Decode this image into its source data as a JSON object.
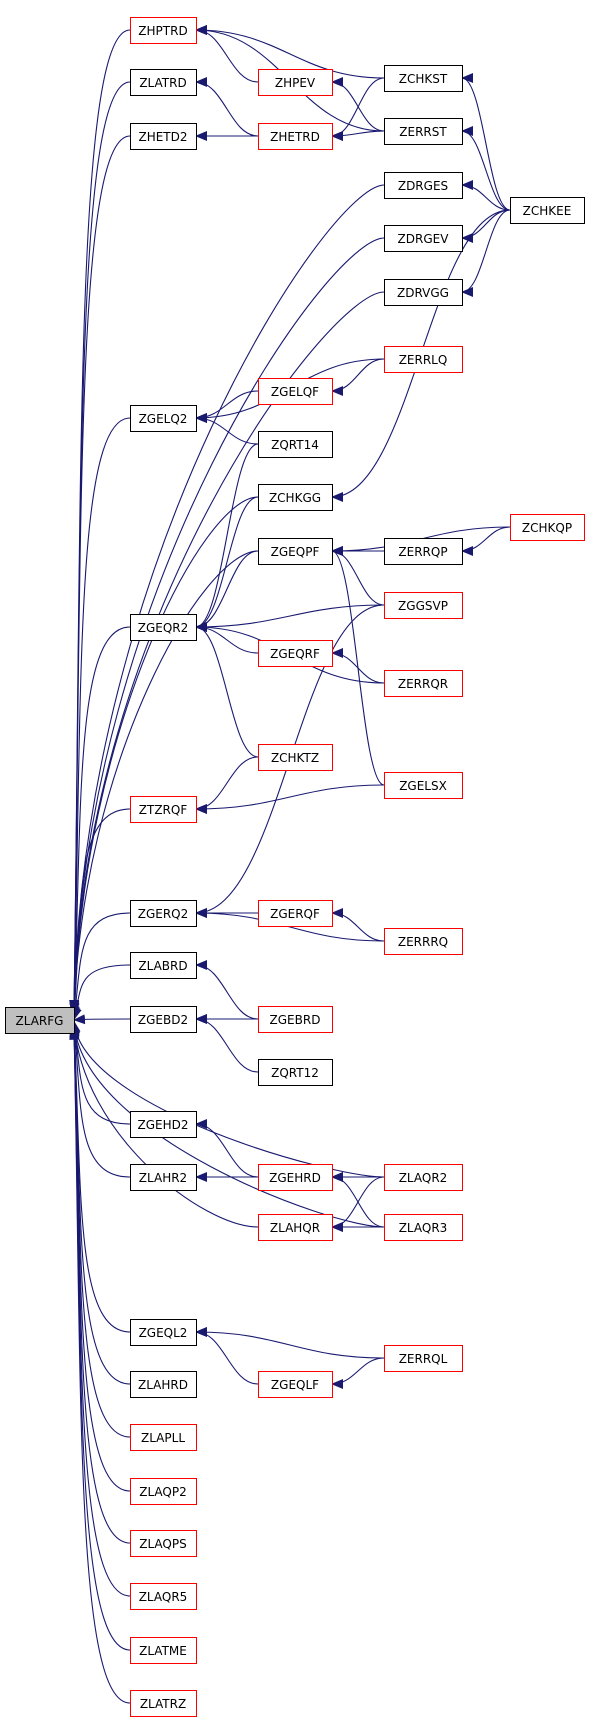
{
  "colors": {
    "edge": "#191970",
    "root_fill": "#bfbfbf",
    "root_border": "#000000",
    "normal_border": "#000000",
    "highlight_border": "#ff0000",
    "node_fill": "#ffffff"
  },
  "graph": {
    "root": "ZLARFG",
    "nodes": [
      {
        "id": "ZLARFG",
        "label": "ZLARFG",
        "style": "root"
      },
      {
        "id": "ZHPTRD",
        "label": "ZHPTRD",
        "style": "red"
      },
      {
        "id": "ZLATRD",
        "label": "ZLATRD",
        "style": "black"
      },
      {
        "id": "ZHETD2",
        "label": "ZHETD2",
        "style": "black"
      },
      {
        "id": "ZHPEV",
        "label": "ZHPEV",
        "style": "red"
      },
      {
        "id": "ZHETRD",
        "label": "ZHETRD",
        "style": "red"
      },
      {
        "id": "ZCHKST",
        "label": "ZCHKST",
        "style": "black"
      },
      {
        "id": "ZERRST",
        "label": "ZERRST",
        "style": "black"
      },
      {
        "id": "ZDRGES",
        "label": "ZDRGES",
        "style": "black"
      },
      {
        "id": "ZCHKEE",
        "label": "ZCHKEE",
        "style": "black"
      },
      {
        "id": "ZDRGEV",
        "label": "ZDRGEV",
        "style": "black"
      },
      {
        "id": "ZDRVGG",
        "label": "ZDRVGG",
        "style": "black"
      },
      {
        "id": "ZERRLQ",
        "label": "ZERRLQ",
        "style": "red"
      },
      {
        "id": "ZGELQF",
        "label": "ZGELQF",
        "style": "red"
      },
      {
        "id": "ZGELQ2",
        "label": "ZGELQ2",
        "style": "black"
      },
      {
        "id": "ZQRT14",
        "label": "ZQRT14",
        "style": "black"
      },
      {
        "id": "ZCHKGG",
        "label": "ZCHKGG",
        "style": "black"
      },
      {
        "id": "ZGEQPF",
        "label": "ZGEQPF",
        "style": "black"
      },
      {
        "id": "ZERRQP",
        "label": "ZERRQP",
        "style": "black"
      },
      {
        "id": "ZCHKQP",
        "label": "ZCHKQP",
        "style": "red"
      },
      {
        "id": "ZGGSVP",
        "label": "ZGGSVP",
        "style": "red"
      },
      {
        "id": "ZGEQR2",
        "label": "ZGEQR2",
        "style": "black"
      },
      {
        "id": "ZGEQRF",
        "label": "ZGEQRF",
        "style": "red"
      },
      {
        "id": "ZERRQR",
        "label": "ZERRQR",
        "style": "red"
      },
      {
        "id": "ZCHKTZ",
        "label": "ZCHKTZ",
        "style": "red"
      },
      {
        "id": "ZTZRQF",
        "label": "ZTZRQF",
        "style": "red"
      },
      {
        "id": "ZGELSX",
        "label": "ZGELSX",
        "style": "red"
      },
      {
        "id": "ZGERQ2",
        "label": "ZGERQ2",
        "style": "black"
      },
      {
        "id": "ZGERQF",
        "label": "ZGERQF",
        "style": "red"
      },
      {
        "id": "ZERRRQ",
        "label": "ZERRRQ",
        "style": "red"
      },
      {
        "id": "ZLABRD",
        "label": "ZLABRD",
        "style": "black"
      },
      {
        "id": "ZGEBD2",
        "label": "ZGEBD2",
        "style": "black"
      },
      {
        "id": "ZGEBRD",
        "label": "ZGEBRD",
        "style": "red"
      },
      {
        "id": "ZQRT12",
        "label": "ZQRT12",
        "style": "black"
      },
      {
        "id": "ZGEHD2",
        "label": "ZGEHD2",
        "style": "black"
      },
      {
        "id": "ZLAHR2",
        "label": "ZLAHR2",
        "style": "black"
      },
      {
        "id": "ZGEHRD",
        "label": "ZGEHRD",
        "style": "red"
      },
      {
        "id": "ZLAQR2",
        "label": "ZLAQR2",
        "style": "red"
      },
      {
        "id": "ZLAHQR",
        "label": "ZLAHQR",
        "style": "red"
      },
      {
        "id": "ZLAQR3",
        "label": "ZLAQR3",
        "style": "red"
      },
      {
        "id": "ZGEQL2",
        "label": "ZGEQL2",
        "style": "black"
      },
      {
        "id": "ZERRQL",
        "label": "ZERRQL",
        "style": "red"
      },
      {
        "id": "ZGEQLF",
        "label": "ZGEQLF",
        "style": "red"
      },
      {
        "id": "ZLAHRD",
        "label": "ZLAHRD",
        "style": "black"
      },
      {
        "id": "ZLAPLL",
        "label": "ZLAPLL",
        "style": "red"
      },
      {
        "id": "ZLAQP2",
        "label": "ZLAQP2",
        "style": "red"
      },
      {
        "id": "ZLAQPS",
        "label": "ZLAQPS",
        "style": "red"
      },
      {
        "id": "ZLAQR5",
        "label": "ZLAQR5",
        "style": "red"
      },
      {
        "id": "ZLATME",
        "label": "ZLATME",
        "style": "red"
      },
      {
        "id": "ZLATRZ",
        "label": "ZLATRZ",
        "style": "red"
      }
    ],
    "edges": [
      {
        "from": "ZHPTRD",
        "to": "ZLARFG"
      },
      {
        "from": "ZLATRD",
        "to": "ZLARFG"
      },
      {
        "from": "ZHETD2",
        "to": "ZLARFG"
      },
      {
        "from": "ZDRGES",
        "to": "ZLARFG"
      },
      {
        "from": "ZDRGEV",
        "to": "ZLARFG"
      },
      {
        "from": "ZDRVGG",
        "to": "ZLARFG"
      },
      {
        "from": "ZGELQ2",
        "to": "ZLARFG"
      },
      {
        "from": "ZCHKGG",
        "to": "ZLARFG"
      },
      {
        "from": "ZGEQPF",
        "to": "ZLARFG"
      },
      {
        "from": "ZGEQR2",
        "to": "ZLARFG"
      },
      {
        "from": "ZTZRQF",
        "to": "ZLARFG"
      },
      {
        "from": "ZGERQ2",
        "to": "ZLARFG"
      },
      {
        "from": "ZLABRD",
        "to": "ZLARFG"
      },
      {
        "from": "ZGEBD2",
        "to": "ZLARFG"
      },
      {
        "from": "ZGEHD2",
        "to": "ZLARFG"
      },
      {
        "from": "ZLAHR2",
        "to": "ZLARFG"
      },
      {
        "from": "ZLAQR2",
        "to": "ZLARFG"
      },
      {
        "from": "ZLAHQR",
        "to": "ZLARFG"
      },
      {
        "from": "ZLAQR3",
        "to": "ZLARFG"
      },
      {
        "from": "ZGEQL2",
        "to": "ZLARFG"
      },
      {
        "from": "ZLAHRD",
        "to": "ZLARFG"
      },
      {
        "from": "ZLAPLL",
        "to": "ZLARFG"
      },
      {
        "from": "ZLAQP2",
        "to": "ZLARFG"
      },
      {
        "from": "ZLAQPS",
        "to": "ZLARFG"
      },
      {
        "from": "ZLAQR5",
        "to": "ZLARFG"
      },
      {
        "from": "ZLATME",
        "to": "ZLARFG"
      },
      {
        "from": "ZLATRZ",
        "to": "ZLARFG"
      },
      {
        "from": "ZHPEV",
        "to": "ZHPTRD"
      },
      {
        "from": "ZCHKST",
        "to": "ZHPTRD"
      },
      {
        "from": "ZERRST",
        "to": "ZHPTRD"
      },
      {
        "from": "ZHETRD",
        "to": "ZLATRD"
      },
      {
        "from": "ZHETRD",
        "to": "ZHETD2"
      },
      {
        "from": "ZCHKST",
        "to": "ZHETRD"
      },
      {
        "from": "ZERRST",
        "to": "ZHETRD"
      },
      {
        "from": "ZERRST",
        "to": "ZHPEV"
      },
      {
        "from": "ZCHKEE",
        "to": "ZCHKST"
      },
      {
        "from": "ZCHKEE",
        "to": "ZERRST"
      },
      {
        "from": "ZCHKEE",
        "to": "ZDRGES"
      },
      {
        "from": "ZCHKEE",
        "to": "ZDRGEV"
      },
      {
        "from": "ZCHKEE",
        "to": "ZDRVGG"
      },
      {
        "from": "ZCHKEE",
        "to": "ZCHKGG"
      },
      {
        "from": "ZGELQF",
        "to": "ZGELQ2"
      },
      {
        "from": "ZERRLQ",
        "to": "ZGELQ2"
      },
      {
        "from": "ZERRLQ",
        "to": "ZGELQF"
      },
      {
        "from": "ZQRT14",
        "to": "ZGELQ2"
      },
      {
        "from": "ZQRT14",
        "to": "ZGEQR2"
      },
      {
        "from": "ZCHKGG",
        "to": "ZGEQR2"
      },
      {
        "from": "ZGEQPF",
        "to": "ZGEQR2"
      },
      {
        "from": "ZERRQP",
        "to": "ZGEQPF"
      },
      {
        "from": "ZCHKQP",
        "to": "ZERRQP"
      },
      {
        "from": "ZCHKQP",
        "to": "ZGEQPF"
      },
      {
        "from": "ZGGSVP",
        "to": "ZGEQPF"
      },
      {
        "from": "ZGGSVP",
        "to": "ZGEQR2"
      },
      {
        "from": "ZGGSVP",
        "to": "ZGERQ2"
      },
      {
        "from": "ZGELSX",
        "to": "ZGEQPF"
      },
      {
        "from": "ZGELSX",
        "to": "ZTZRQF"
      },
      {
        "from": "ZGEQRF",
        "to": "ZGEQR2"
      },
      {
        "from": "ZERRQR",
        "to": "ZGEQRF"
      },
      {
        "from": "ZERRQR",
        "to": "ZGEQR2"
      },
      {
        "from": "ZCHKTZ",
        "to": "ZGEQR2"
      },
      {
        "from": "ZCHKTZ",
        "to": "ZTZRQF"
      },
      {
        "from": "ZGERQF",
        "to": "ZGERQ2"
      },
      {
        "from": "ZERRRQ",
        "to": "ZGERQF"
      },
      {
        "from": "ZERRRQ",
        "to": "ZGERQ2"
      },
      {
        "from": "ZGEBRD",
        "to": "ZLABRD"
      },
      {
        "from": "ZGEBRD",
        "to": "ZGEBD2"
      },
      {
        "from": "ZQRT12",
        "to": "ZGEBD2"
      },
      {
        "from": "ZGEHRD",
        "to": "ZGEHD2"
      },
      {
        "from": "ZGEHRD",
        "to": "ZLAHR2"
      },
      {
        "from": "ZLAQR2",
        "to": "ZGEHRD"
      },
      {
        "from": "ZLAQR3",
        "to": "ZGEHRD"
      },
      {
        "from": "ZLAQR2",
        "to": "ZLAHQR"
      },
      {
        "from": "ZLAQR3",
        "to": "ZLAHQR"
      },
      {
        "from": "ZERRQL",
        "to": "ZGEQL2"
      },
      {
        "from": "ZERRQL",
        "to": "ZGEQLF"
      },
      {
        "from": "ZGEQLF",
        "to": "ZGEQL2"
      }
    ]
  }
}
